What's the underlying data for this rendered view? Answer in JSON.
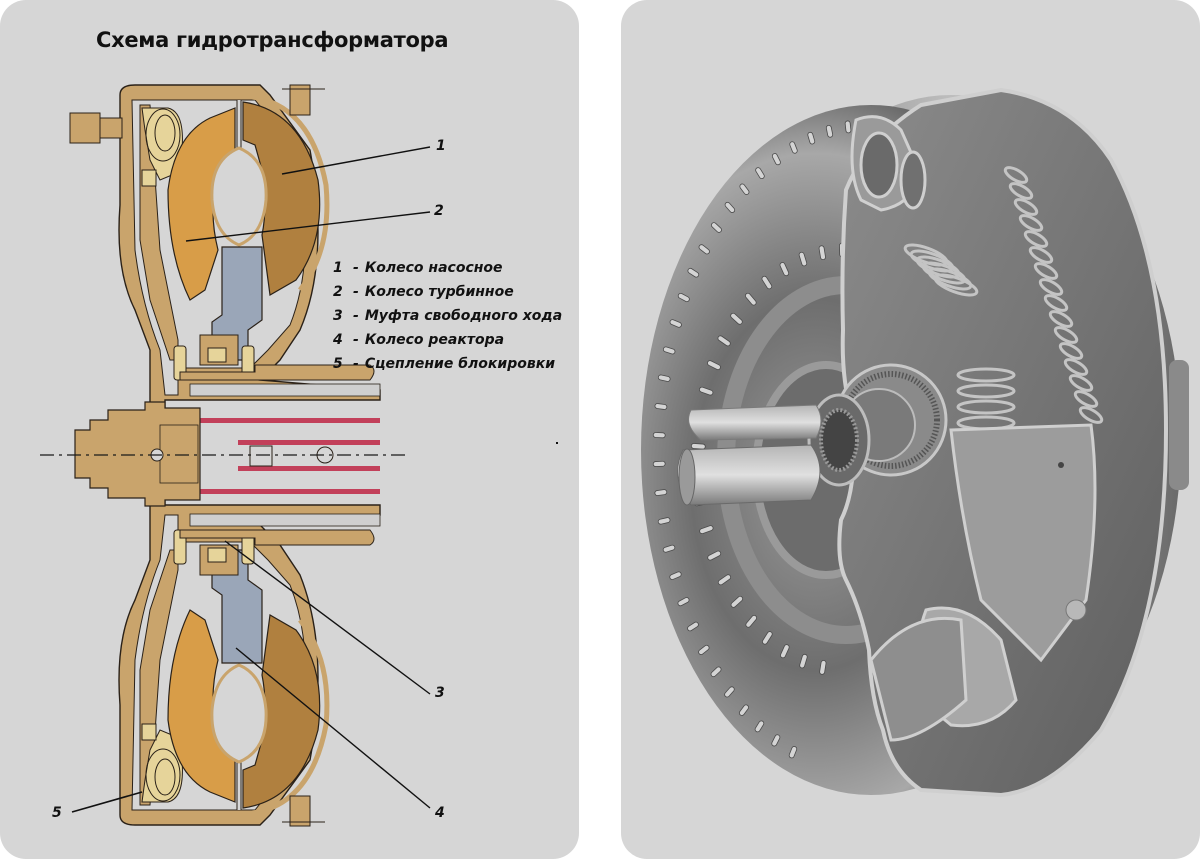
{
  "diagram": {
    "title": "Схема гидротрансформатора",
    "legend": [
      {
        "num": "1",
        "label": "Колесо насосное"
      },
      {
        "num": "2",
        "label": "Колесо турбинное"
      },
      {
        "num": "3",
        "label": "Муфта свободного хода"
      },
      {
        "num": "4",
        "label": "Колесо реактора"
      },
      {
        "num": "5",
        "label": "Сцепление блокировки"
      }
    ],
    "callouts": [
      "1",
      "2",
      "3",
      "4",
      "5"
    ],
    "dash": "-",
    "colors": {
      "panel_bg": "#d6d6d6",
      "housing": "#c9a46c",
      "pump_wheel": "#b0803f",
      "turbine_wheel": "#d89d48",
      "reactor": "#9aa6b8",
      "shaft_red": "#c2405a",
      "clutch": "#e6d49a"
    }
  },
  "illustration": {
    "subject": "torque-converter-cutaway",
    "tone": "grayscale"
  }
}
